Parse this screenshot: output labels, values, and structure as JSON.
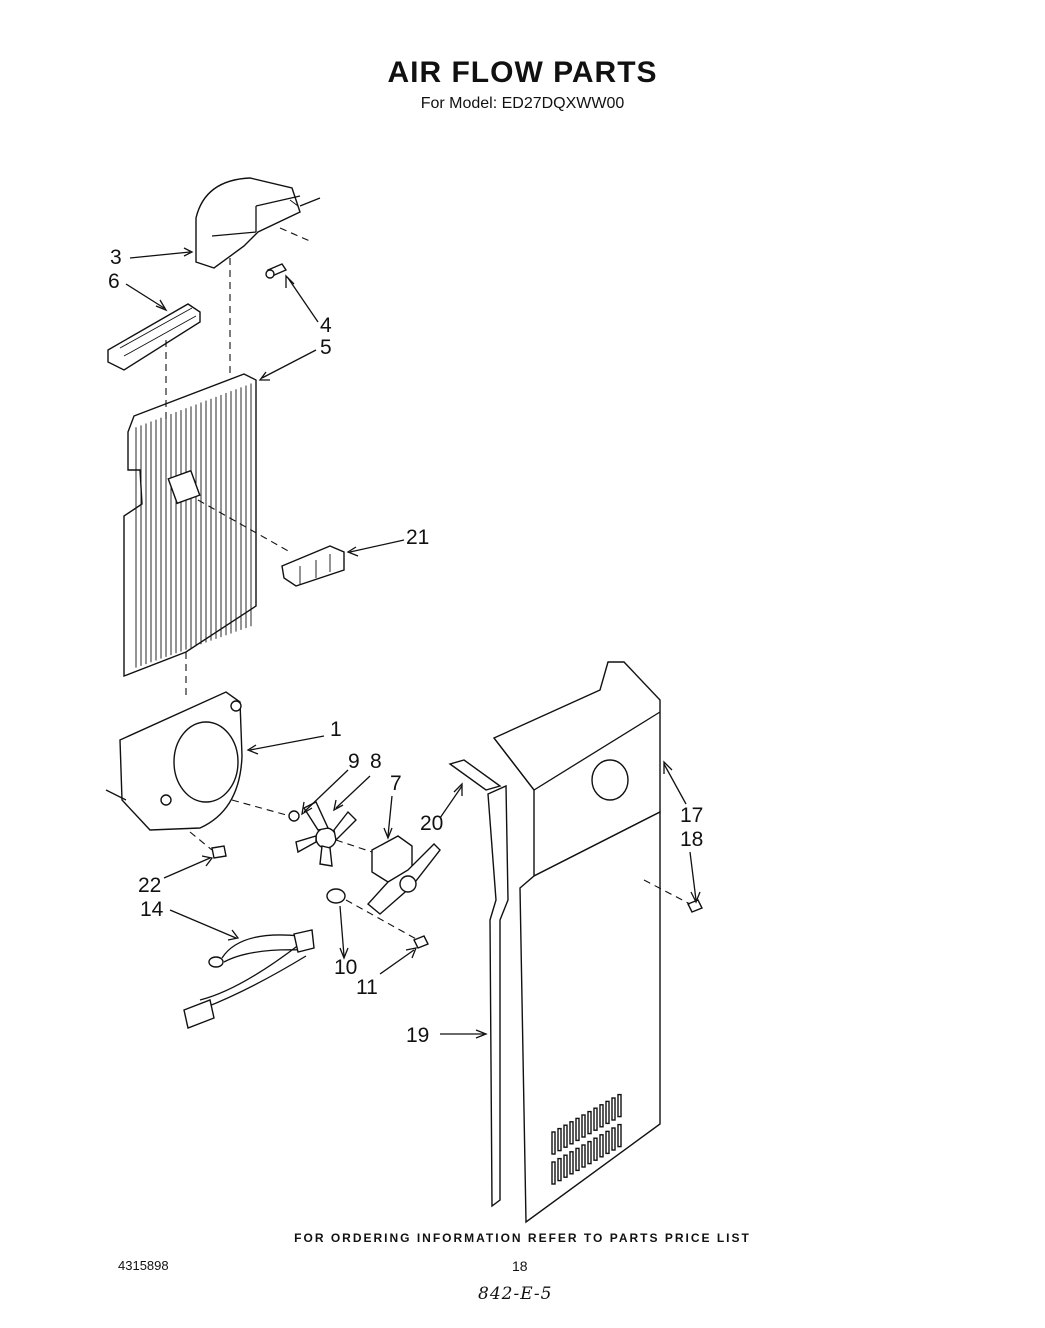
{
  "header": {
    "title": "AIR FLOW PARTS",
    "subtitle": "For Model: ED27DQXWW00"
  },
  "callouts": [
    "1",
    "3",
    "4",
    "5",
    "6",
    "7",
    "8",
    "9",
    "10",
    "11",
    "14",
    "17",
    "18",
    "19",
    "20",
    "21",
    "22"
  ],
  "footer": {
    "ordering_note": "FOR ORDERING INFORMATION REFER TO PARTS PRICE LIST",
    "document_number": "4315898",
    "page_number": "18",
    "handwritten_note": "842-E-5"
  }
}
